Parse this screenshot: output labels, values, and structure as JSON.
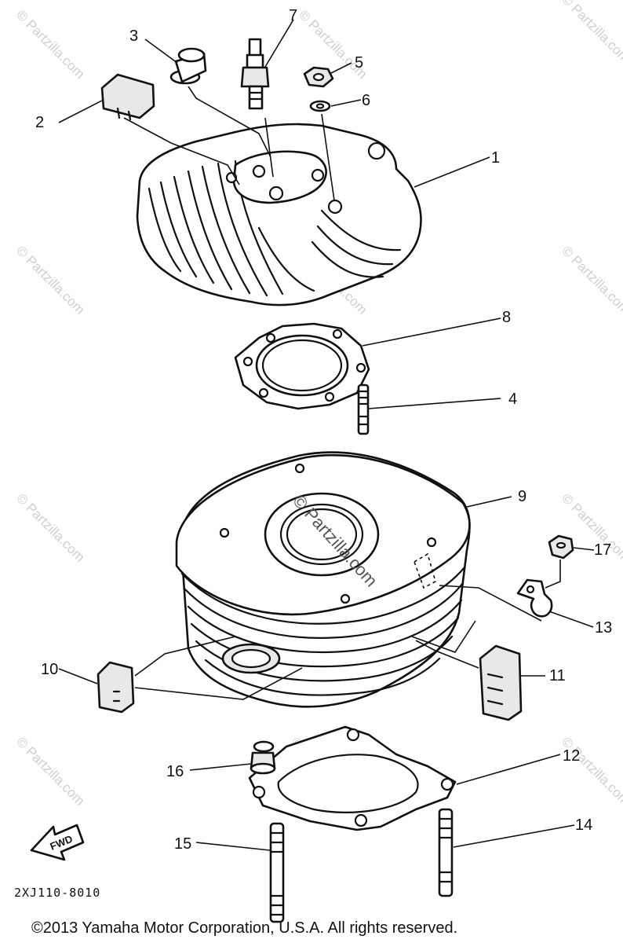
{
  "callouts": [
    {
      "id": "1",
      "label": "1"
    },
    {
      "id": "2",
      "label": "2"
    },
    {
      "id": "3",
      "label": "3"
    },
    {
      "id": "4",
      "label": "4"
    },
    {
      "id": "5",
      "label": "5"
    },
    {
      "id": "6",
      "label": "6"
    },
    {
      "id": "7",
      "label": "7"
    },
    {
      "id": "8",
      "label": "8"
    },
    {
      "id": "9",
      "label": "9"
    },
    {
      "id": "10",
      "label": "10"
    },
    {
      "id": "11",
      "label": "11"
    },
    {
      "id": "12",
      "label": "12"
    },
    {
      "id": "13",
      "label": "13"
    },
    {
      "id": "14",
      "label": "14"
    },
    {
      "id": "15",
      "label": "15"
    },
    {
      "id": "16",
      "label": "16"
    },
    {
      "id": "17",
      "label": "17"
    }
  ],
  "diagram_code": "2XJ110-8010",
  "fwd_label": "FWD",
  "watermark": "© Partzilla.com",
  "copyright": "©2013 Yamaha Motor Corporation, U.S.A. All rights reserved."
}
